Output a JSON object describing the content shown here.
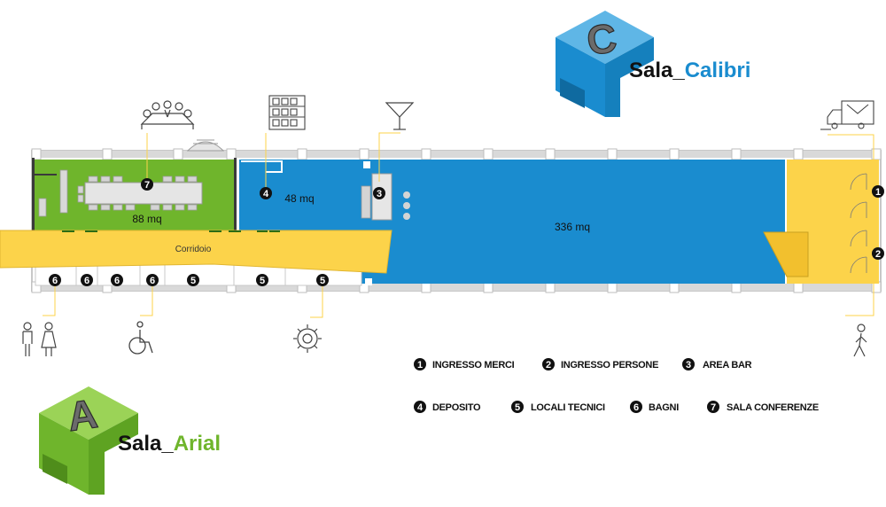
{
  "colors": {
    "green": "#6fb52c",
    "blue": "#1a8ccf",
    "yellow": "#fcd34a",
    "wall": "#c8c8c8",
    "badge": "#111111"
  },
  "rooms": {
    "green_area": "88 mq",
    "small_blue_area": "48 mq",
    "big_blue_area": "336 mq",
    "corridor": "Corridoio"
  },
  "markers": {
    "m1a": "1",
    "m1b": "2",
    "m3": "3",
    "m4": "4",
    "m7": "7",
    "m6a": "6",
    "m6b": "6",
    "m6c": "6",
    "m6d": "6",
    "m5a": "5",
    "m5b": "5",
    "m5c": "5"
  },
  "legend": [
    {
      "num": "1",
      "label": "INGRESSO MERCI"
    },
    {
      "num": "2",
      "label": "INGRESSO PERSONE"
    },
    {
      "num": "3",
      "label": "AREA BAR"
    },
    {
      "num": "4",
      "label": "DEPOSITO"
    },
    {
      "num": "5",
      "label": "LOCALI TECNICI"
    },
    {
      "num": "6",
      "label": "BAGNI"
    },
    {
      "num": "7",
      "label": "SALA CONFERENZE"
    }
  ],
  "logos": {
    "calibri": {
      "prefix": "Sala_",
      "name": "Calibri",
      "letter": "C",
      "color": "#1a8ccf"
    },
    "arial": {
      "prefix": "Sala_",
      "name": "Arial",
      "letter": "A",
      "color": "#6fb52c"
    }
  },
  "icons": {
    "conference": "conference-table-icon",
    "shelves": "shelves-icon",
    "cocktail": "cocktail-icon",
    "truck": "truck-icon",
    "restroom": "restroom-icon",
    "wheelchair": "wheelchair-icon",
    "tools": "tools-icon",
    "person": "walking-person-icon"
  }
}
